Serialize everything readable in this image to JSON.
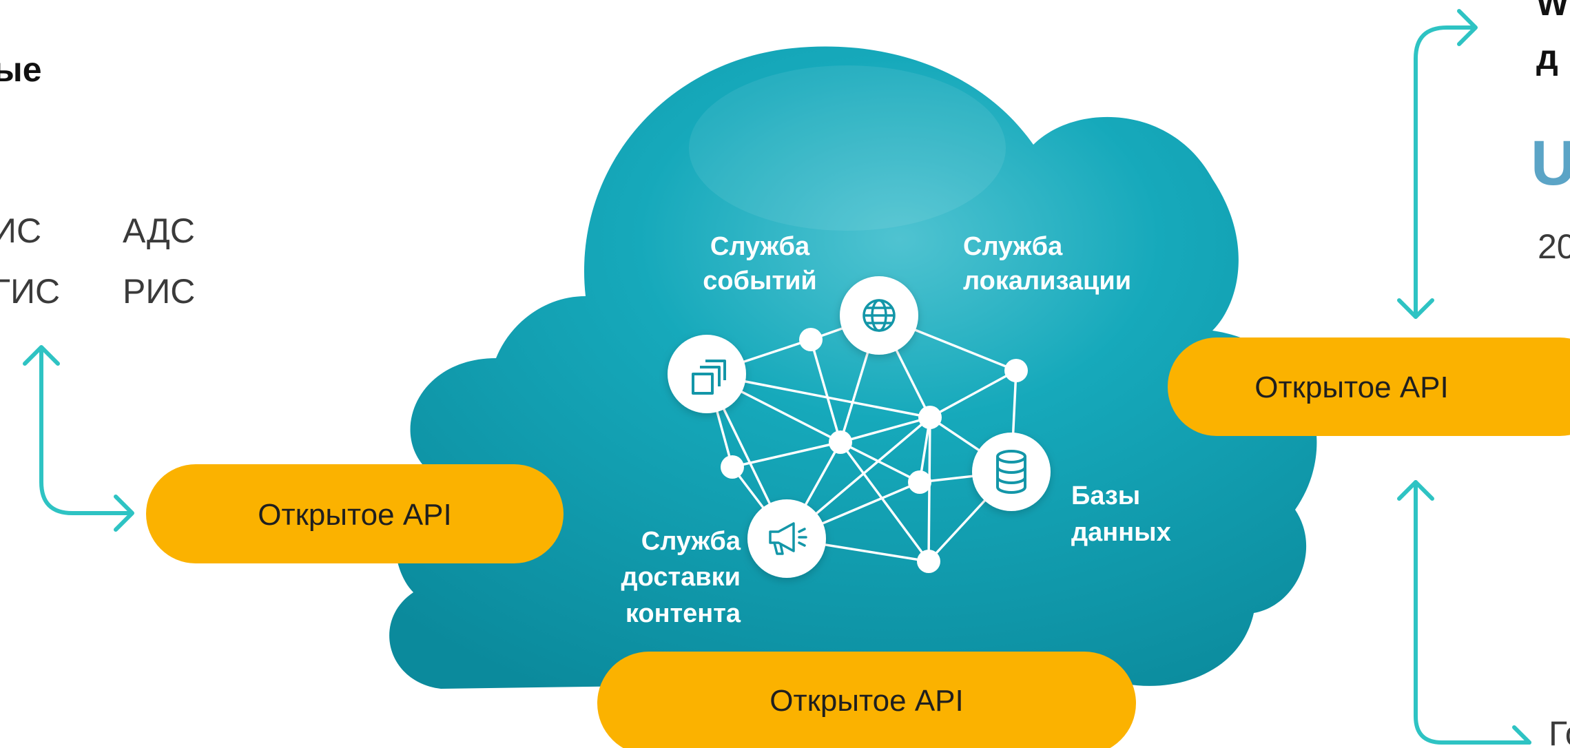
{
  "colors": {
    "cloud": "#14a6b8",
    "cloud_dark": "#0e8fa1",
    "pill": "#fbb200",
    "arrow": "#2ec3c3",
    "node": "#ffffff",
    "icon": "#1396a8"
  },
  "left_panel": {
    "heading_fragment": "ые",
    "items": [
      "ИС",
      "АДС",
      "ГИС",
      "РИС"
    ]
  },
  "right_panel": {
    "heading_line1": "W",
    "heading_line2": "д",
    "logo_fragment": "U",
    "number_fragment": "20",
    "bottom_fragment": "Го"
  },
  "cloud": {
    "services": {
      "events": [
        "Служба",
        "событий"
      ],
      "localization": [
        "Служба",
        "локализации"
      ],
      "databases": [
        "Базы",
        "данных"
      ],
      "delivery": [
        "Служба",
        "доставки",
        "контента"
      ]
    },
    "icons": [
      "copy-icon",
      "globe-icon",
      "database-icon",
      "megaphone-icon"
    ]
  },
  "api_pills": {
    "left": "Открытое API",
    "right": "Открытое API",
    "bottom": "Открытое API"
  }
}
